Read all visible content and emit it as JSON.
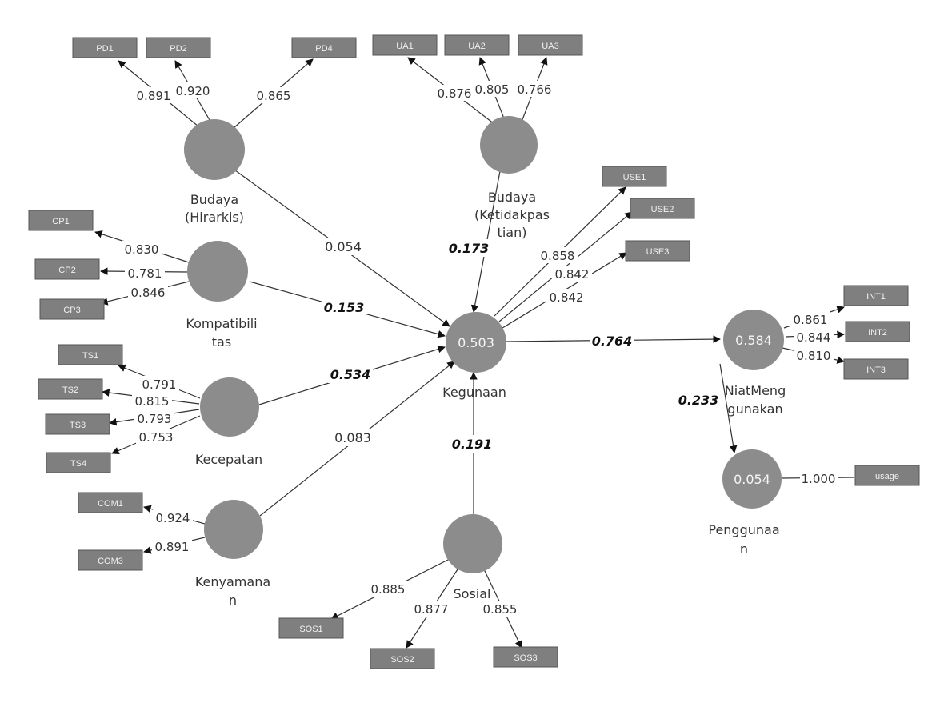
{
  "latent": {
    "budaya_h": {
      "line1": "Budaya",
      "line2": "(Hirarkis)"
    },
    "budaya_k": {
      "line1": "Budaya",
      "line2": "(Ketidakpas",
      "line3": "tian)"
    },
    "kompat": {
      "line1": "Kompatibili",
      "line2": "tas"
    },
    "kecepatan": {
      "line1": "Kecepatan"
    },
    "kenyamanan": {
      "line1": "Kenyamana",
      "line2": "n"
    },
    "kegunaan": {
      "line1": "Kegunaan",
      "r2": "0.503"
    },
    "niat": {
      "line1": "NiatMeng",
      "line2": "gunakan",
      "r2": "0.584"
    },
    "penggunaan": {
      "line1": "Penggunaa",
      "line2": "n",
      "r2": "0.054"
    },
    "sosial": {
      "line1": "Sosial"
    }
  },
  "indicators": {
    "PD1": "PD1",
    "PD2": "PD2",
    "PD4": "PD4",
    "UA1": "UA1",
    "UA2": "UA2",
    "UA3": "UA3",
    "USE1": "USE1",
    "USE2": "USE2",
    "USE3": "USE3",
    "CP1": "CP1",
    "CP2": "CP2",
    "CP3": "CP3",
    "TS1": "TS1",
    "TS2": "TS2",
    "TS3": "TS3",
    "TS4": "TS4",
    "COM1": "COM1",
    "COM3": "COM3",
    "INT1": "INT1",
    "INT2": "INT2",
    "INT3": "INT3",
    "usage": "usage",
    "SOS1": "SOS1",
    "SOS2": "SOS2",
    "SOS3": "SOS3"
  },
  "loadings": {
    "PD1": "0.891",
    "PD2": "0.920",
    "PD4": "0.865",
    "UA1": "0.876",
    "UA2": "0.805",
    "UA3": "0.766",
    "USE1": "0.858",
    "USE2": "0.842",
    "USE3": "0.842",
    "CP1": "0.830",
    "CP2": "0.781",
    "CP3": "0.846",
    "TS1": "0.791",
    "TS2": "0.815",
    "TS3": "0.793",
    "TS4": "0.753",
    "COM1": "0.924",
    "COM3": "0.891",
    "INT1": "0.861",
    "INT2": "0.844",
    "INT3": "0.810",
    "usage": "1.000",
    "SOS1": "0.885",
    "SOS2": "0.877",
    "SOS3": "0.855"
  },
  "paths": {
    "budaya_h_kegunaan": "0.054",
    "budaya_k_kegunaan": "0.173",
    "kompat_kegunaan": "0.153",
    "kecepatan_kegunaan": "0.534",
    "kenyamanan_kegunaan": "0.083",
    "sosial_kegunaan": "0.191",
    "kegunaan_niat": "0.764",
    "niat_penggunaan": "0.233"
  },
  "colors": {
    "construct_fill": "#8c8c8c",
    "indicator_fill": "#7f7f7f",
    "edge": "#333333"
  }
}
